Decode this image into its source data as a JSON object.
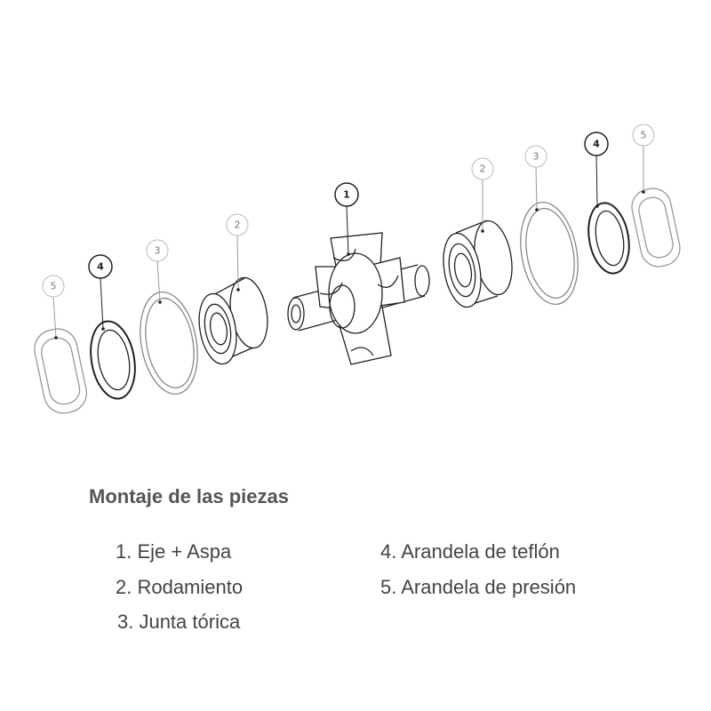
{
  "callouts": {
    "left_5": "5",
    "left_4": "4",
    "left_3": "3",
    "left_2": "2",
    "center_1": "1",
    "right_2": "2",
    "right_3": "3",
    "right_4": "4",
    "right_5": "5"
  },
  "legend": {
    "title": "Montaje de las piezas",
    "items": [
      "1. Eje + Aspa",
      "2. Rodamiento",
      "3. Junta tórica",
      "4. Arandela de teflón",
      "5. Arandela de presión"
    ]
  }
}
